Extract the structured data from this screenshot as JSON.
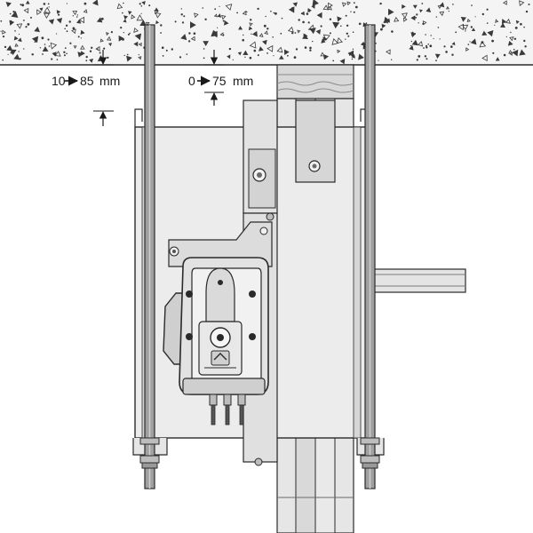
{
  "dimensions": {
    "ceiling_gap": {
      "min": "10",
      "max": "85",
      "unit": "mm"
    },
    "rail_gap": {
      "min": "0",
      "max": "75",
      "unit": "mm"
    }
  },
  "colors": {
    "ceiling_fill": "#f4f4f4",
    "steel_light": "#ededed",
    "steel_mid": "#d9d9d9",
    "steel_dark": "#b8b8b8",
    "rod": "#9a9a9a",
    "motor_body": "#e2e2e2",
    "motor_front": "#f1f1f1",
    "outline": "#2a2a2a"
  }
}
